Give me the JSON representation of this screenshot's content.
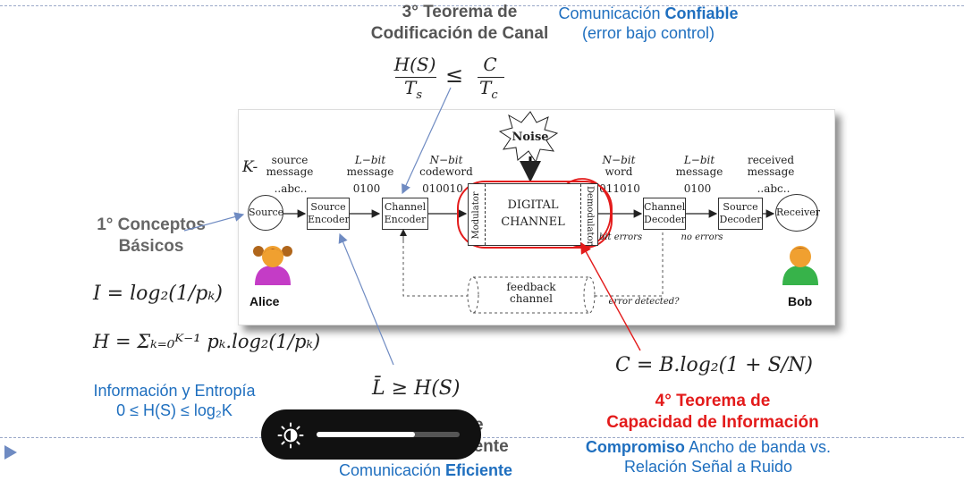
{
  "theorem3": {
    "line1": "3° Teorema de",
    "line2": "Codificación de Canal"
  },
  "reliable": {
    "prefix": "Comunicación ",
    "bold": "Confiable",
    "line2": "(error bajo control)"
  },
  "channel_coding_formula": {
    "num": "H(S)",
    "den1": "T",
    "den1_sub": "s",
    "op": "≤",
    "num2": "C",
    "den2": "T",
    "den2_sub": "c"
  },
  "concepts": {
    "line1": "1° Conceptos",
    "line2": "Básicos"
  },
  "info_formula": "I = log₂(1/pₖ)",
  "entropy_formula": "H = Σₖ₌₀ᴷ⁻¹ pₖ.log₂(1/pₖ)",
  "info_entropy": {
    "line1": "Información y Entropía",
    "line2": "0 ≤ H(S) ≤ log₂K"
  },
  "source_coding_formula": "L̄ ≥ H(S)",
  "theorem2_partial": {
    "line1": "e",
    "line2": "uente"
  },
  "efficient": {
    "prefix": "Comunicación ",
    "bold": "Eficiente"
  },
  "capacity_formula": "C = B.log₂(1 + S/N)",
  "theorem4": {
    "line1": "4° Teorema de",
    "line2": "Capacidad de Información"
  },
  "compromise": {
    "bold": "Compromiso",
    "rest": " Ancho de banda vs.",
    "line2": "Relación Señal a Ruido"
  },
  "diagram": {
    "noise": "Noise",
    "k_label": "K-",
    "headers": {
      "source": [
        "source",
        "message"
      ],
      "lbit": [
        "L−bit",
        "message"
      ],
      "nbit": [
        "N−bit",
        "codeword"
      ],
      "nbit2": [
        "N−bit",
        "word"
      ],
      "lbit2": [
        "L−bit",
        "message"
      ],
      "received": [
        "received",
        "message"
      ]
    },
    "bits": {
      "abc1": "..abc..",
      "b0100": "0100",
      "b010010": "010010",
      "b011010": "011010",
      "b0100b": "0100",
      "abc2": "..abc.."
    },
    "blocks": {
      "source": "Source",
      "source_encoder": [
        "Source",
        "Encoder"
      ],
      "channel_encoder": [
        "Channel",
        "Encoder"
      ],
      "modulator": "Modulator",
      "digital_channel": [
        "DIGITAL",
        "CHANNEL"
      ],
      "demodulator": "Demodulator",
      "channel_decoder": [
        "Channel",
        "Decoder"
      ],
      "source_decoder": [
        "Source",
        "Decoder"
      ],
      "receiver": "Receiver"
    },
    "notes": {
      "bit_errors": "bit errors",
      "no_errors": "no errors",
      "error_detected": "error detected?",
      "feedback": [
        "feedback",
        "channel"
      ]
    },
    "alice": "Alice",
    "bob": "Bob"
  },
  "brightness_hud": {
    "level_fraction": 0.69
  },
  "colors": {
    "blue": "#1f6fbf",
    "red": "#e31b1b",
    "gray": "#555555"
  }
}
